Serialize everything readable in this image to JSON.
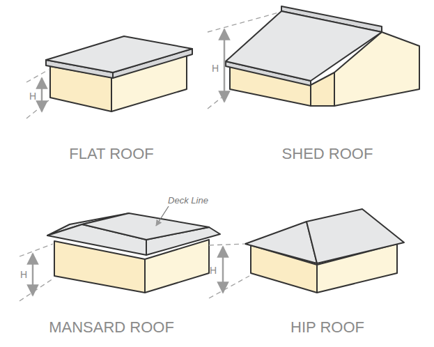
{
  "diagram": {
    "labels": [
      "H",
      "FLAT ROOF",
      "H",
      "SHED ROOF",
      "Deck Line",
      "H",
      "MANSARD ROOF",
      "H",
      "HIP ROOF"
    ]
  }
}
